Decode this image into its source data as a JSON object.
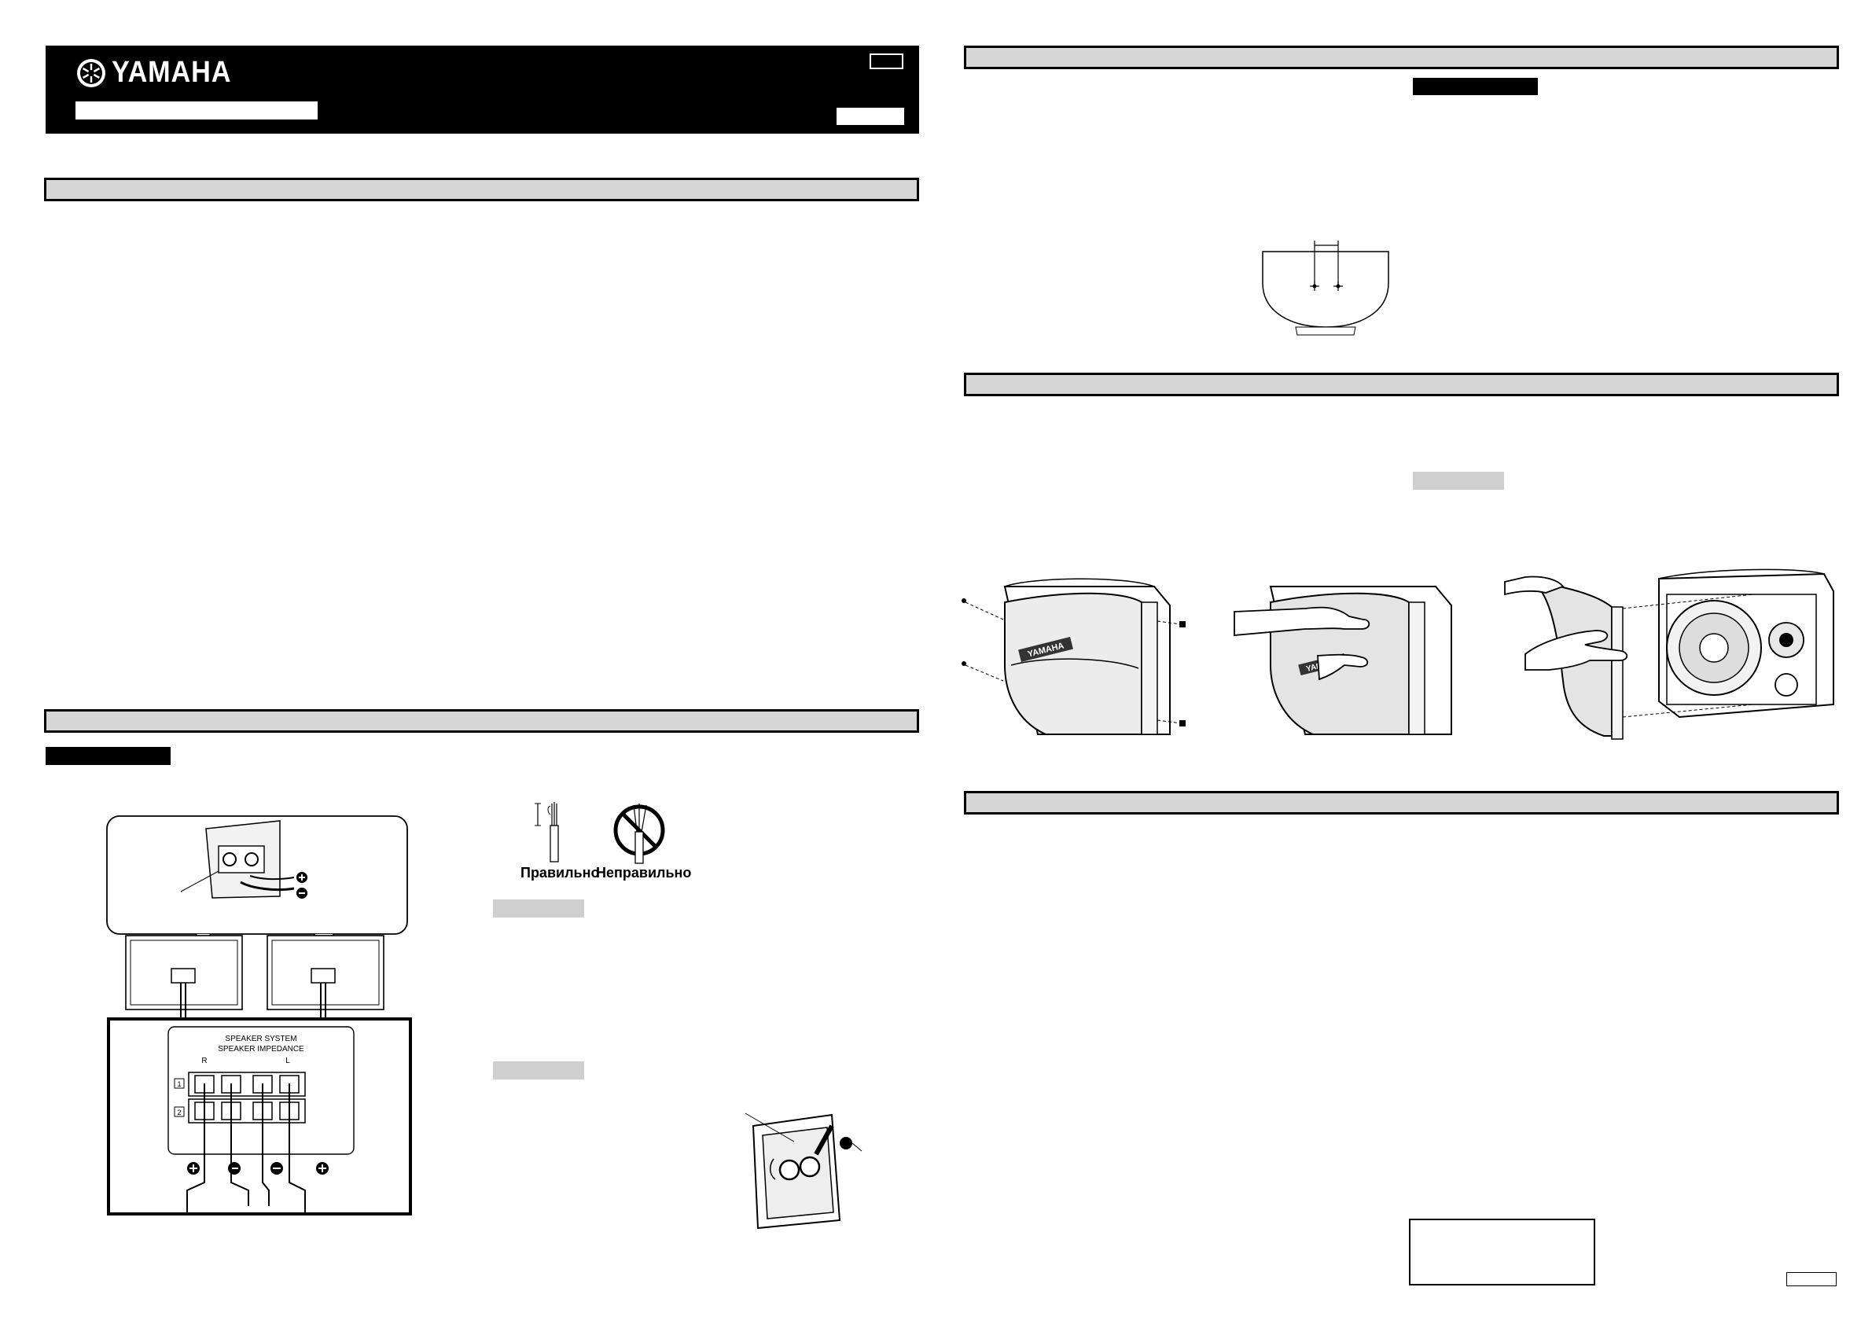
{
  "header": {
    "brand": "YAMAHA"
  },
  "wire_prep": {
    "correct_label": "Правильно",
    "incorrect_label": "Неправильно"
  },
  "terminal_panel": {
    "title_line1": "SPEAKER SYSTEM",
    "title_line2": "SPEAKER IMPEDANCE",
    "channel_right": "R",
    "channel_left": "L",
    "row1": "1",
    "row2": "2"
  },
  "grille_badge": {
    "logo_text": "YAMAHA"
  }
}
